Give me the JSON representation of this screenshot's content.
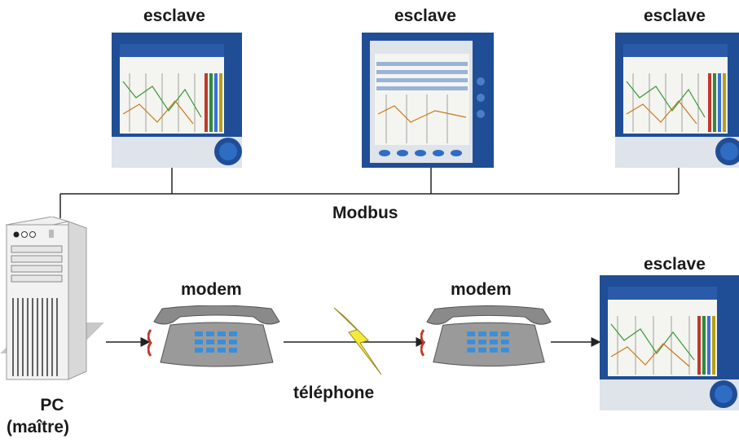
{
  "labels": {
    "slave_1": "esclave",
    "slave_2": "esclave",
    "slave_3": "esclave",
    "slave_4": "esclave",
    "bus": "Modbus",
    "modem_1": "modem",
    "modem_2": "modem",
    "phone_line": "téléphone",
    "pc": "PC",
    "pc_role": "(maître)"
  },
  "colors": {
    "recorder_frame": "#1f4e96",
    "recorder_body": "#dfe3ea",
    "screen_bg": "#f4f4f0",
    "phone_body": "#8a8a8a",
    "phone_keys": "#3b8fd9",
    "lightning": "#f5e93c",
    "cord": "#c0392b"
  },
  "icons": {
    "recorder": "data-recorder-icon",
    "pc": "pc-tower-icon",
    "modem": "telephone-modem-icon",
    "link": "lightning-icon"
  }
}
